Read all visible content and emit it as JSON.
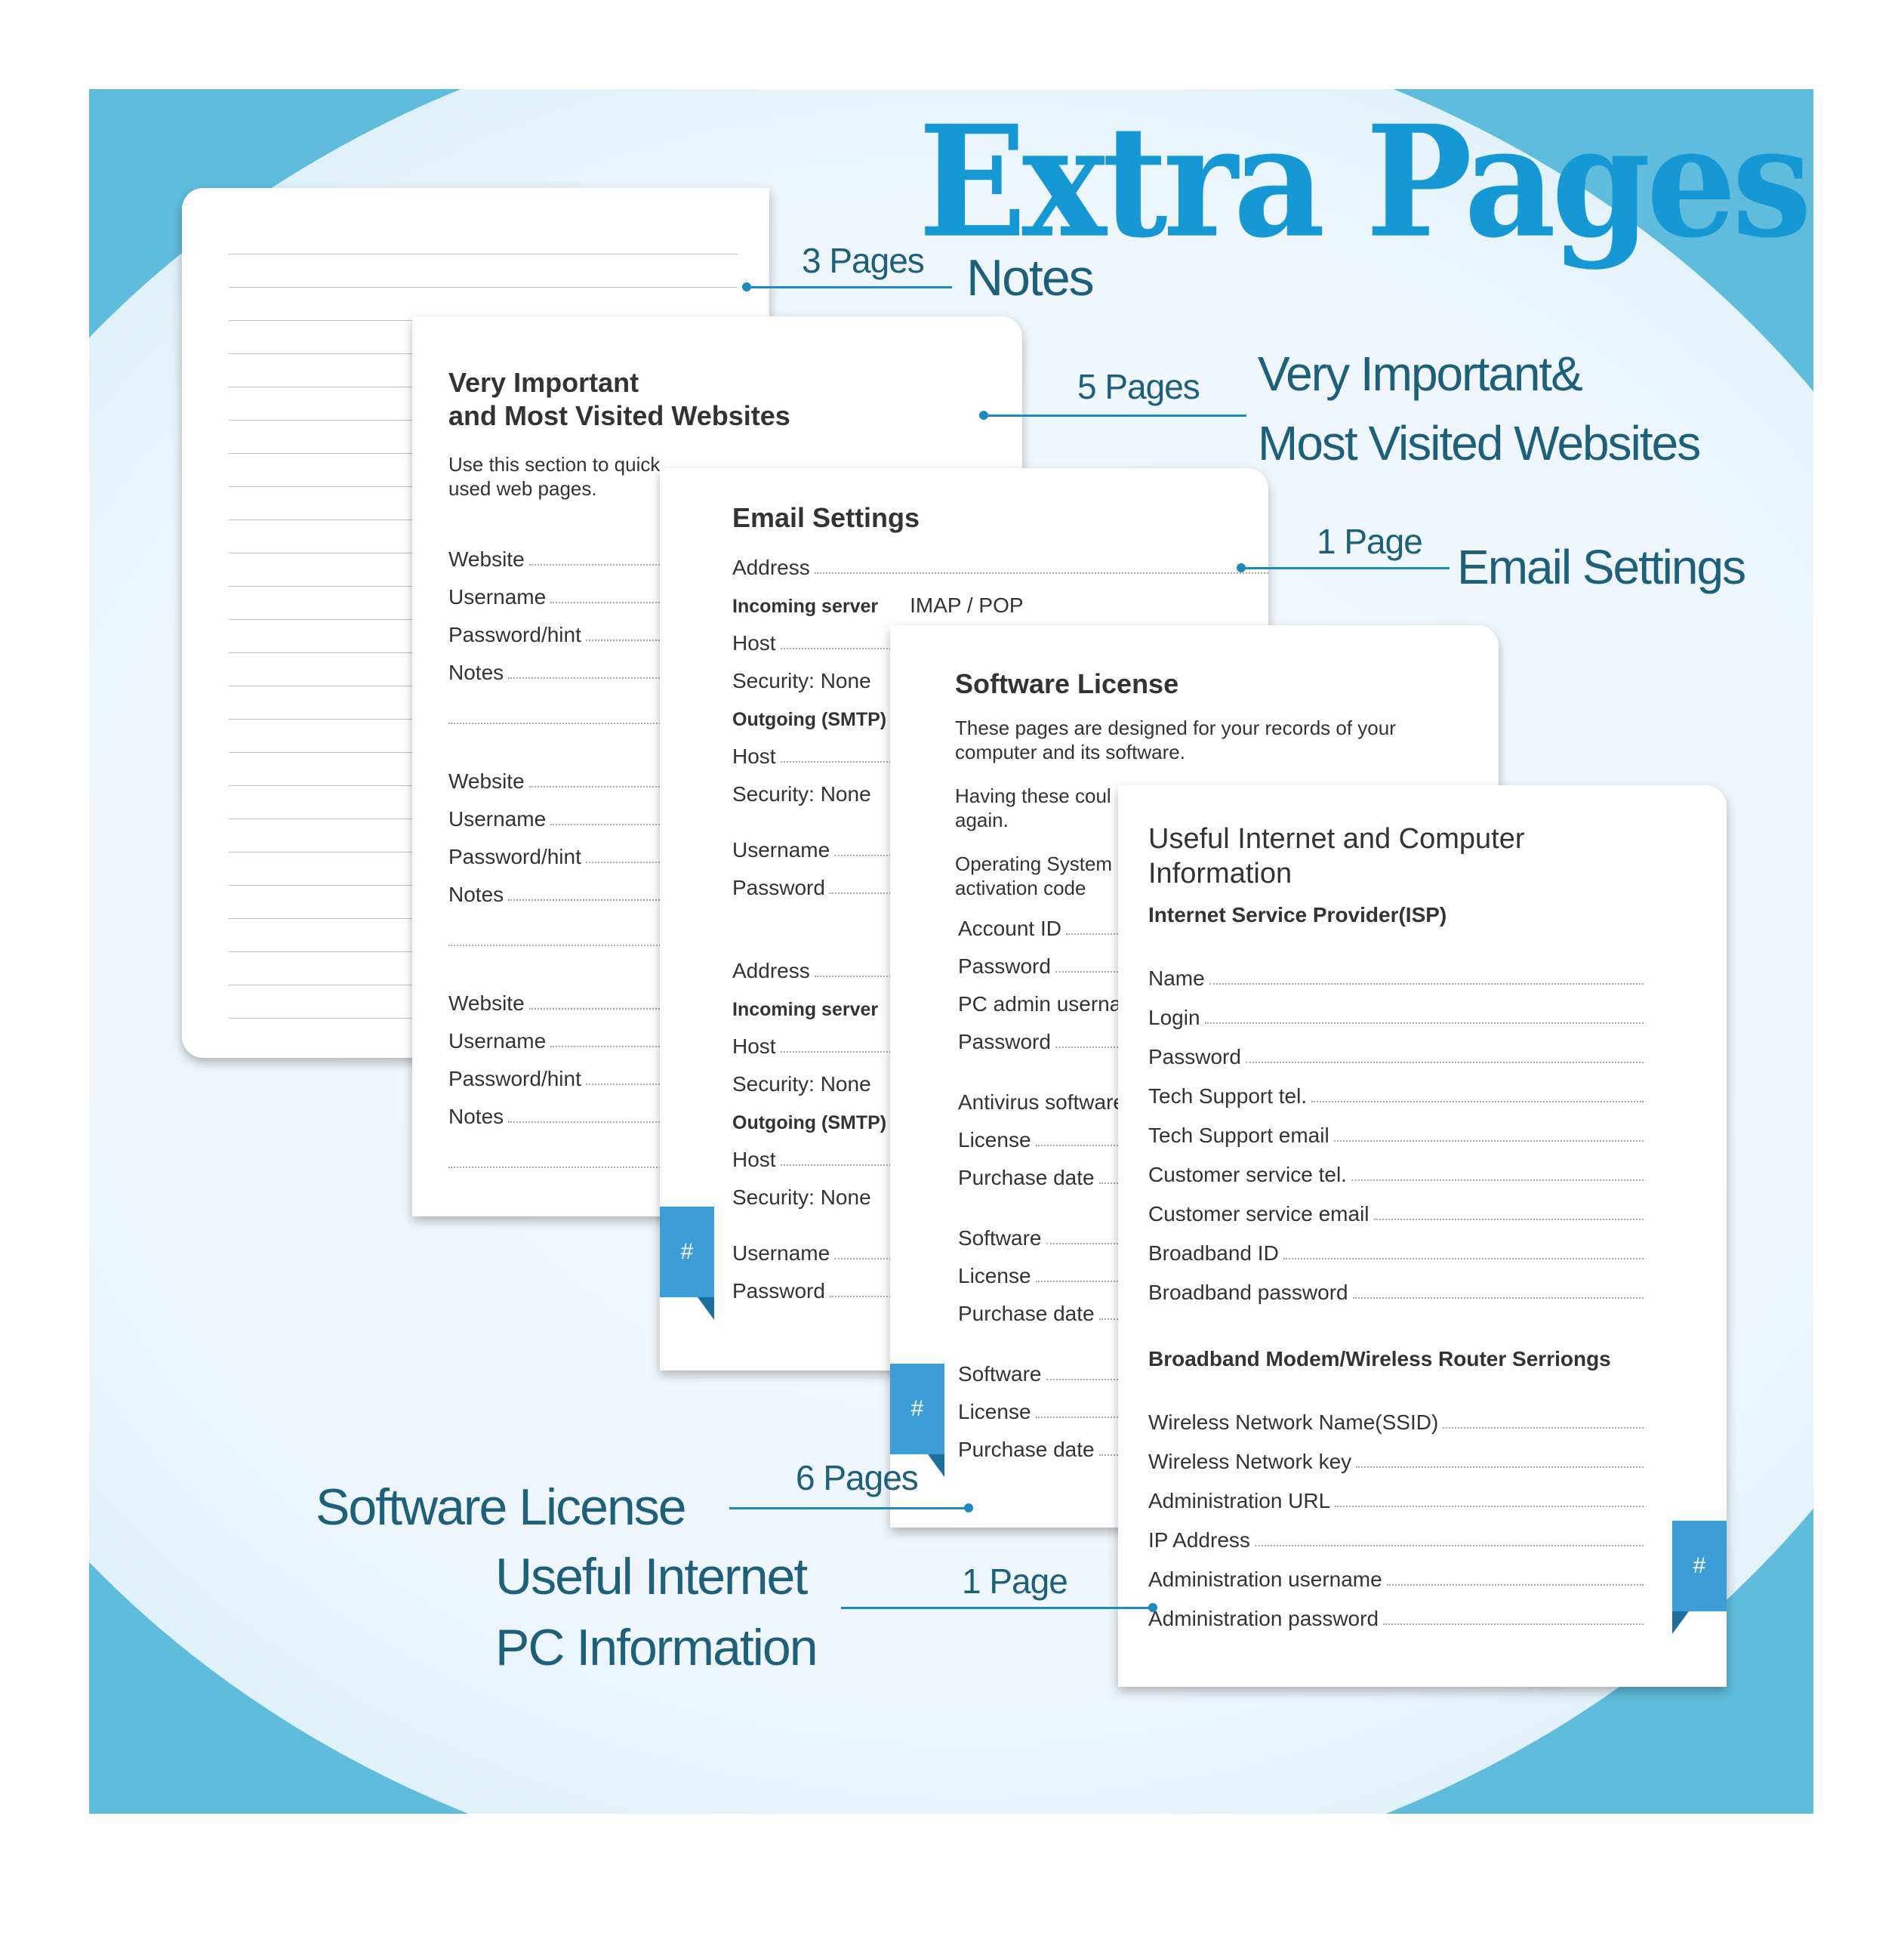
{
  "title": "Extra Pages",
  "colors": {
    "accent": "#1598d3",
    "frame": "#5fbcdc",
    "label": "#1e5f7a",
    "tab": "#3d9dd6"
  },
  "tab_symbol": "#",
  "callouts": {
    "notes": {
      "count": "3 Pages",
      "label": "Notes"
    },
    "websites": {
      "count": "5 Pages",
      "label_line1": "Very Important&",
      "label_line2": "Most Visited Websites"
    },
    "email": {
      "count": "1 Page",
      "label": "Email Settings"
    },
    "software": {
      "count": "6 Pages",
      "label": "Software License"
    },
    "info": {
      "count": "1 Page",
      "label_line1": "Useful Internet",
      "label_line2": "PC Information"
    }
  },
  "websites_page": {
    "heading_line1": "Very Important",
    "heading_line2": "and Most Visited Websites",
    "intro_line1": "Use this section to quick",
    "intro_line2": "used web pages.",
    "groups": [
      [
        "Website",
        "Username",
        "Password/hint",
        "Notes"
      ],
      [
        "Website",
        "Username",
        "Password/hint",
        "Notes"
      ],
      [
        "Website",
        "Username",
        "Password/hint",
        "Notes"
      ]
    ]
  },
  "email_page": {
    "heading": "Email Settings",
    "address": "Address",
    "incoming": "Incoming server",
    "protocols": "IMAP  /  POP",
    "host": "Host",
    "security": "Security:  None",
    "outgoing": "Outgoing (SMTP)",
    "username": "Username",
    "password": "Password"
  },
  "software_page": {
    "heading": "Software License",
    "intro_line1": "These pages are designed for your records of your",
    "intro_line2": "computer and its software.",
    "intro2_line1": "Having these coul",
    "intro2_line2": "again.",
    "os_line1": "Operating System",
    "os_line2": "activation code",
    "fields1": [
      "Account ID",
      "Password",
      "PC admin usernа",
      "Password"
    ],
    "antivirus": [
      "Antivirus software",
      "License",
      "Purchase date"
    ],
    "software1": [
      "Software",
      "License",
      "Purchase date"
    ],
    "software2": [
      "Software",
      "License",
      "Purchase date"
    ]
  },
  "info_page": {
    "heading_line1": "Useful Internet and Computer",
    "heading_line2": "Information",
    "isp_heading": "Internet Service Provider(ISP)",
    "isp_fields": [
      "Name",
      "Login",
      "Password",
      "Tech Support tel.",
      "Tech Support email",
      "Customer service tel.",
      "Customer service email",
      "Broadband ID",
      "Broadband password"
    ],
    "router_heading": "Broadband Modem/Wireless Router Serriongs",
    "router_fields": [
      "Wireless Network Name(SSID)",
      "Wireless Network key",
      "Administration URL",
      "IP Address",
      "Administration username",
      "Administration password"
    ]
  }
}
